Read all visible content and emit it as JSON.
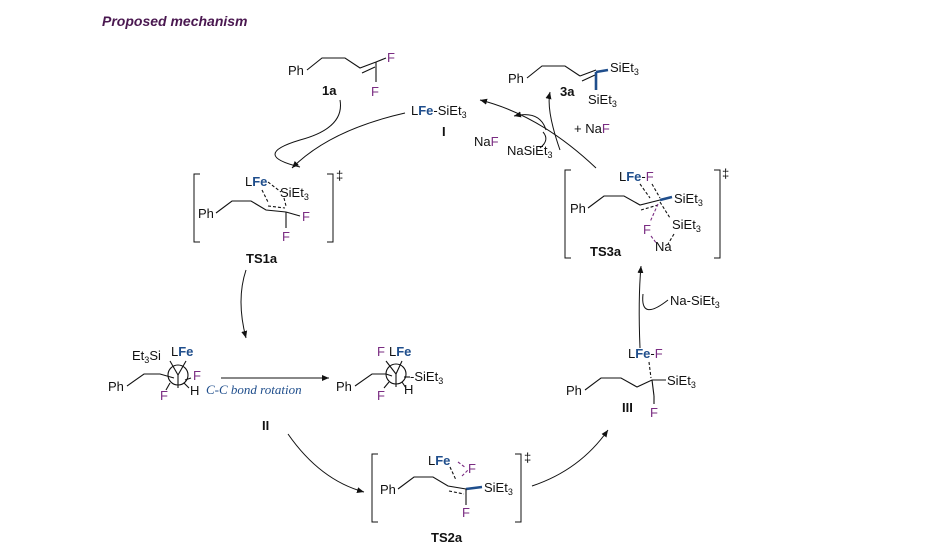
{
  "title": "Proposed mechanism",
  "labels": {
    "ph": "Ph",
    "F": "F",
    "L": "L",
    "Fe": "Fe",
    "SiEt": "SiEt",
    "three": "3",
    "dagger": "‡",
    "Na": "Na",
    "Et3Si": "Et",
    "Si": "Si",
    "H": "H",
    "dash": "-"
  },
  "compounds": {
    "c1a": "1a",
    "c3a": "3a",
    "I": "I",
    "TS1a": "TS1a",
    "II": "II",
    "TS2a": "TS2a",
    "III": "III",
    "TS3a": "TS3a"
  },
  "reagents": {
    "naf": "NaF",
    "nasiet": "NaSiEt",
    "plus_naf": "+ NaF",
    "na_siet": "Na-SiEt"
  },
  "annotations": {
    "rotation": "C-C bond rotation"
  }
}
